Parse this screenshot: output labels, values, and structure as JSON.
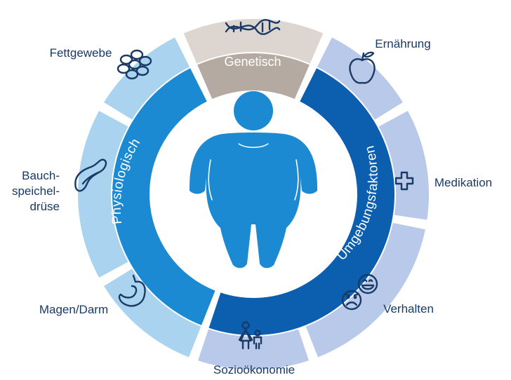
{
  "colors": {
    "physio_light": "#a9d3ef",
    "physio_dark": "#1b8ad3",
    "env_light": "#b9c9e9",
    "env_dark": "#0b5fae",
    "gen_light": "#ddd5cf",
    "gen_dark": "#b5aaa1",
    "figure": "#1b8ad3",
    "text": "#1a3a66"
  },
  "segments": {
    "physiologisch": "Physiologisch",
    "umgebungsfaktoren": "Umgebungsfaktoren",
    "genetisch": "Genetisch"
  },
  "outer_labels": {
    "fettgewebe": "Fettgewebe",
    "bauch_line1": "Bauch-",
    "bauch_line2": "speichel-",
    "bauch_line3": "drüse",
    "magen": "Magen/Darm",
    "ernaehrung": "Ernährung",
    "medikation": "Medikation",
    "verhalten": "Verhalten",
    "sozio": "Sozioökonomie"
  },
  "icons": {
    "fettgewebe": "fat-cells-icon",
    "bauch": "pancreas-icon",
    "magen": "stomach-icon",
    "genetisch": "dna-icon",
    "ernaehrung": "apple-icon",
    "medikation": "medical-cross-icon",
    "verhalten": "faces-icon",
    "sozio": "family-icon"
  }
}
